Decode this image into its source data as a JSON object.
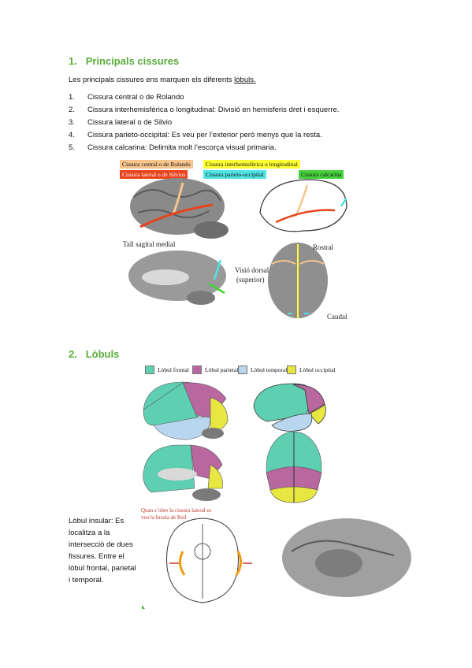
{
  "section1": {
    "number": "1.",
    "title": "Principals cissures",
    "intro": "Les principals cissures ens marquen els diferents",
    "intro_link": "lòbuls.",
    "items": [
      {
        "num": "1.",
        "text": "Cissura central o de Rolando"
      },
      {
        "num": "2.",
        "text": "Cissura interhemisfèrica o longitudinal: Divisió en hemisferis dret i esquerre."
      },
      {
        "num": "3.",
        "text": "Cissura lateral o de Silvio"
      },
      {
        "num": "4.",
        "text": "Cissura parieto-occipital: Es veu per l’exterior però menys que la resta."
      },
      {
        "num": "5.",
        "text": "Cissura calcarina: Delimita molt l’escorça visual primaria."
      }
    ],
    "legend": [
      {
        "label": "Cissura central o de Rolando",
        "color": "#f6c48c"
      },
      {
        "label": "Cissura interhemisfèrica o longitudinal",
        "color": "#ffff33"
      },
      {
        "label": "Cissura lateral o de Silvius",
        "color": "#e8431c"
      },
      {
        "label": "Cissura parieto-occipital",
        "color": "#4fe3e3"
      },
      {
        "label": "Cissura calcarina",
        "color": "#46d13c"
      }
    ],
    "figure_labels": {
      "sagital": "Tall sagital medial",
      "rostral": "Rostral",
      "dorsal": "Visió dorsal",
      "superior": "(superior)",
      "caudal": "Caudal"
    }
  },
  "section2": {
    "number": "2.",
    "title": "Lòbuls",
    "legend": [
      {
        "label": "Lòbul frontal",
        "color": "#5fcfb2"
      },
      {
        "label": "Lòbul parietal",
        "color": "#b8679f"
      },
      {
        "label": "Lòbul temporal",
        "color": "#b9d6ef"
      },
      {
        "label": "Lòbul occipital",
        "color": "#e8e640"
      }
    ],
    "insular_text": "Lòbul insular: Es localitza a la intersecció de dues fissures. Entre el lòbul frontal, parietal i temporal.",
    "insular_note": "Quan s’obre la cissura lateral es veu la Insula de Reil"
  }
}
